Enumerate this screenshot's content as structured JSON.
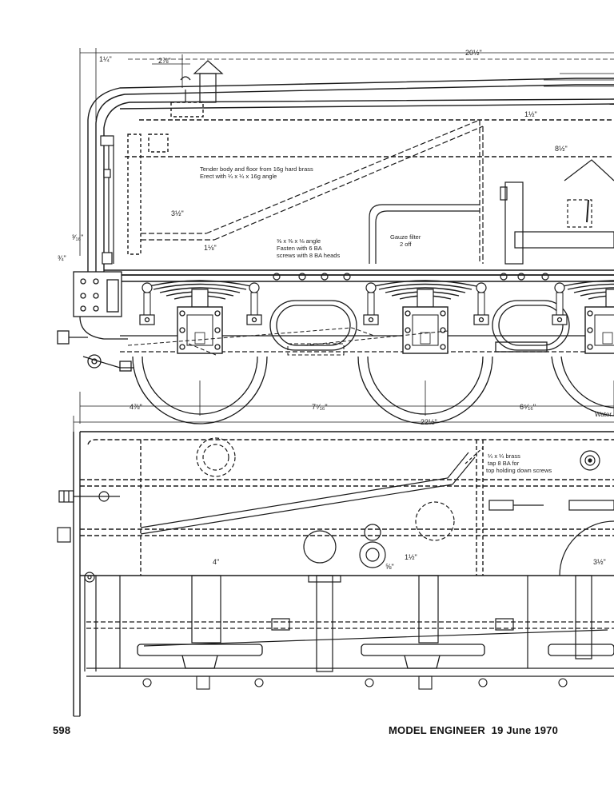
{
  "footer": {
    "page_number": "598",
    "publication": "MODEL ENGINEER",
    "date": "19 June 1970"
  },
  "elevation": {
    "dims": {
      "overall_top": "20½\"",
      "left_small": "1¼\"",
      "top_2_7_8": "2⅞\"",
      "one_half": "1½\"",
      "eight_half": "8½\"",
      "three_half": "3½\"",
      "one_eighth": "1⅛\"",
      "three_sixteenth": "³⁄₁₆\"",
      "three_quarter": "¾\"",
      "bottom_4_7_8": "4⅞\"",
      "bottom_7_7_16": "7⁷⁄₁₆\"",
      "bottom_6_5_16": "6⁵⁄₁₆\""
    },
    "notes": {
      "tender_body_1": "Tender body and floor from 16g hard brass",
      "tender_body_2": "Erect with ¼ x ¼ x 16g angle",
      "angle_1": "⅜ x ⅜ x ⅛ angle",
      "angle_2": "Fasten with 6 BA",
      "angle_3": "screws with 8 BA heads",
      "gauze_1": "Gauze filter",
      "gauze_2": "2 off",
      "water": "Water"
    }
  },
  "plan": {
    "dims": {
      "overall": "22½\"",
      "four": "4\"",
      "one_half": "1½\"",
      "five_eighth": "⅝\"",
      "three_half": "3½\""
    },
    "notes": {
      "brass_1": "¼ x ¼ brass",
      "brass_2": "tap 8 BA for",
      "brass_3": "top holding down screws"
    }
  },
  "colors": {
    "ink": "#1a1a1a",
    "paper": "#ffffff"
  }
}
